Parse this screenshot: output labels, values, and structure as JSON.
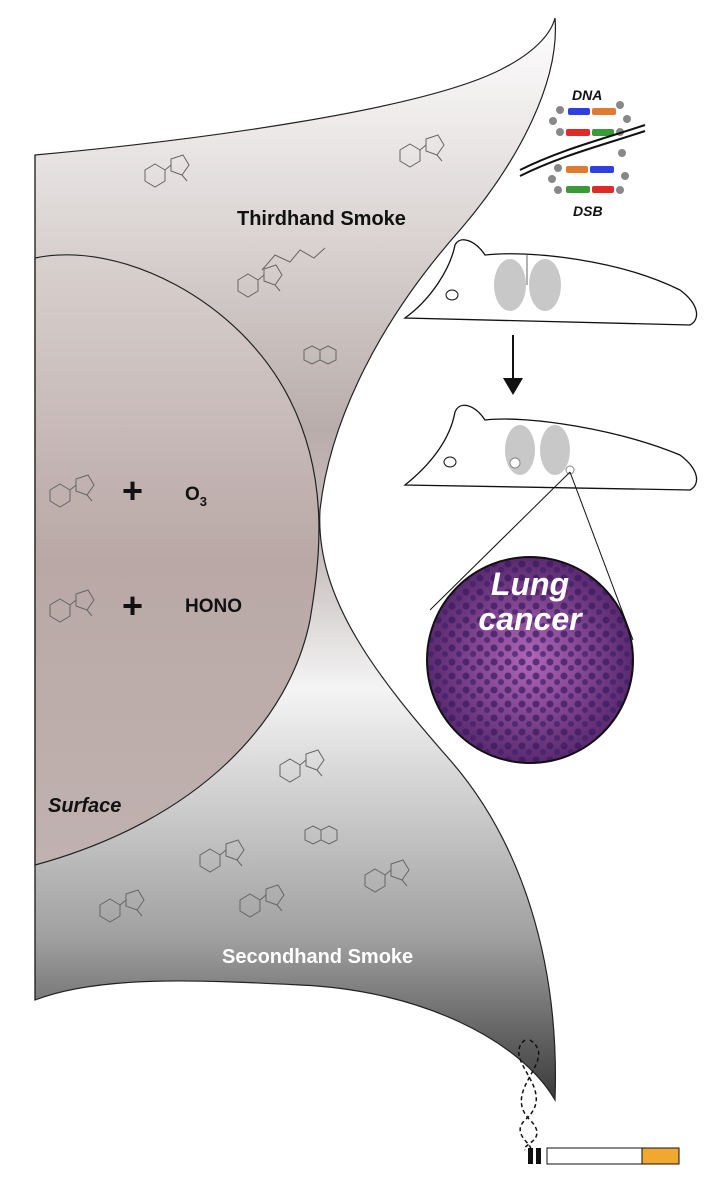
{
  "labels": {
    "thirdhand": "Thirdhand Smoke",
    "secondhand": "Secondhand Smoke",
    "surface": "Surface",
    "ozone": "O",
    "ozone_sub": "3",
    "hono": "HONO",
    "plus": "+",
    "dna": "DNA",
    "dsb": "DSB",
    "lung1": "Lung",
    "lung2": "cancer"
  },
  "colors": {
    "cigarette_filter": "#f0a830",
    "dna_blue": "#2f3fe0",
    "dna_orange": "#e07a30",
    "dna_red": "#e02a2a",
    "dna_green": "#3a9a3a",
    "tissue": "#7a3a8a"
  }
}
